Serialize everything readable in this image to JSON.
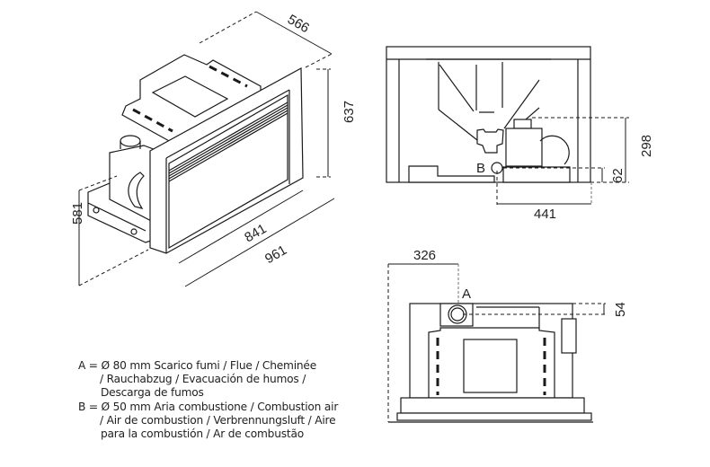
{
  "isometric_view": {
    "dims": {
      "depth": "566",
      "height_front": "637",
      "height_total": "581",
      "width_glass": "841",
      "width_total": "961"
    }
  },
  "side_view": {
    "label_b": "B",
    "dims": {
      "height_a": "298",
      "height_b": "62",
      "depth_b": "441"
    }
  },
  "top_view": {
    "label_a": "A",
    "dims": {
      "offset_a": "326",
      "depth_a": "54"
    }
  },
  "legend": {
    "a": [
      "A = Ø 80 mm  Scarico fumi / Flue / Cheminée",
      "/ Rauchabzug / Evacuación de humos /",
      "Descarga de fumos"
    ],
    "b": [
      "B = Ø 50 mm  Aria combustione / Combustion air",
      "/ Air de combustion / Verbrennungsluft  / Aire",
      "para la combustión / Ar de combustão"
    ]
  }
}
